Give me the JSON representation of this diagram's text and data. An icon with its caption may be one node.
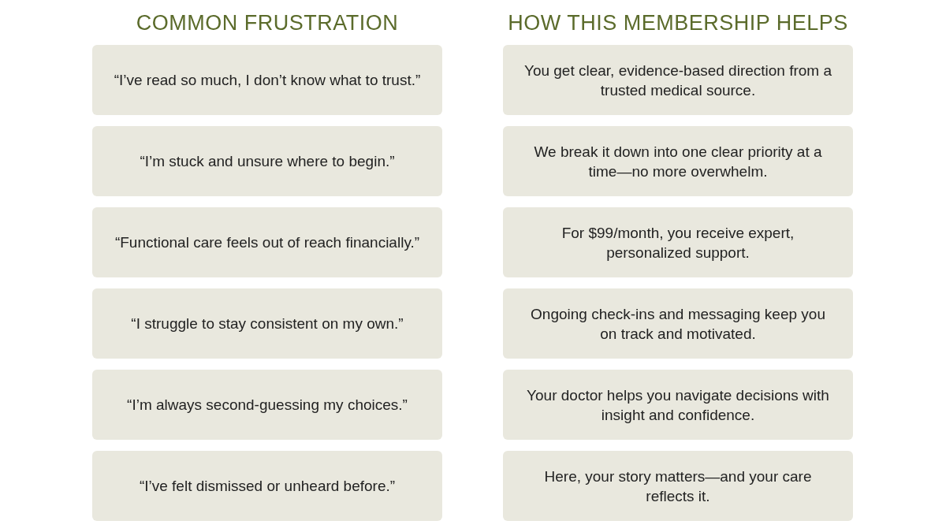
{
  "diagram": {
    "labels": [
      "COMMON FRUSTRATION",
      "HOW THIS MEMBERSHIP HELPS"
    ],
    "nodes": [
      {
        "text": [
          "“I’ve read so much, I don’t know what to trust.”"
        ]
      },
      {
        "text": [
          "“I’m stuck and unsure where to begin.”"
        ]
      },
      {
        "text": [
          "“Functional care feels out of reach financially.”"
        ]
      },
      {
        "text": [
          "“I struggle to stay consistent on my own.”"
        ]
      },
      {
        "text": [
          "“I’m always second-guessing my choices.”"
        ]
      },
      {
        "text": [
          "“I’ve felt dismissed or unheard before.”"
        ]
      },
      {
        "text": [
          "You get clear, evidence-based direction from a trusted medical source."
        ]
      },
      {
        "text": [
          "We break it down into one clear priority at a time—no more overwhelm."
        ]
      },
      {
        "text": [
          "For $99/month, you receive expert, personalized support."
        ]
      },
      {
        "text": [
          "Ongoing check-ins and messaging keep you on track and motivated."
        ]
      },
      {
        "text": [
          "Your doctor helps you navigate decisions with insight and confidence."
        ]
      },
      {
        "text": [
          "Here, your story matters—and your care reflects it."
        ]
      }
    ]
  }
}
